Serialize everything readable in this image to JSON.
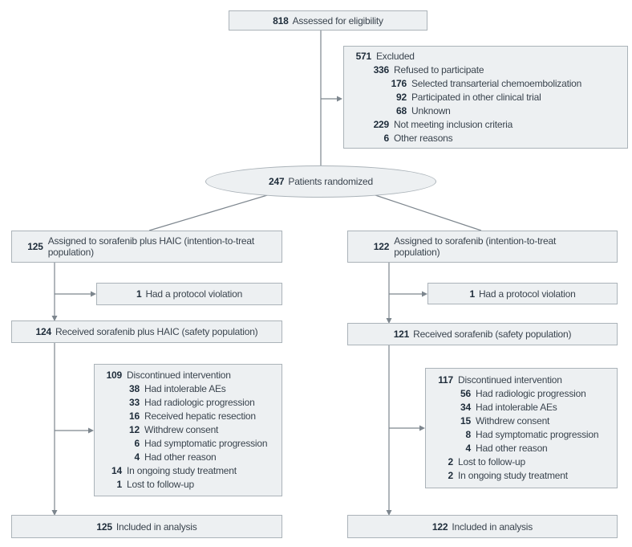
{
  "colors": {
    "background": "#ffffff",
    "box_fill": "#edf0f2",
    "box_border": "#abb3b9",
    "line": "#7d868e",
    "number": "#1e2c3a",
    "label": "#3a444e"
  },
  "diagram": {
    "assessed": {
      "number": "818",
      "label": "Assessed for eligibility"
    },
    "excluded": {
      "lines": [
        {
          "n": "571",
          "t": "Excluded",
          "i": 0
        },
        {
          "n": "336",
          "t": "Refused to participate",
          "i": 1
        },
        {
          "n": "176",
          "t": "Selected transarterial chemoembolization",
          "i": 2
        },
        {
          "n": "92",
          "t": "Participated in other clinical trial",
          "i": 2
        },
        {
          "n": "68",
          "t": "Unknown",
          "i": 2
        },
        {
          "n": "229",
          "t": "Not meeting inclusion criteria",
          "i": 1
        },
        {
          "n": "6",
          "t": "Other reasons",
          "i": 1
        }
      ]
    },
    "randomized": {
      "number": "247",
      "label": "Patients randomized"
    },
    "left": {
      "assigned": {
        "number": "125",
        "label": "Assigned to sorafenib plus HAIC (intention-to-treat population)"
      },
      "violation": {
        "number": "1",
        "label": "Had a protocol violation"
      },
      "safety": {
        "number": "124",
        "label": "Received sorafenib plus HAIC (safety population)"
      },
      "discontinued": {
        "lines": [
          {
            "n": "109",
            "t": "Discontinued intervention",
            "i": 0
          },
          {
            "n": "38",
            "t": "Had intolerable AEs",
            "i": 1
          },
          {
            "n": "33",
            "t": "Had radiologic progression",
            "i": 1
          },
          {
            "n": "16",
            "t": "Received hepatic resection",
            "i": 1
          },
          {
            "n": "12",
            "t": "Withdrew consent",
            "i": 1
          },
          {
            "n": "6",
            "t": "Had symptomatic progression",
            "i": 1
          },
          {
            "n": "4",
            "t": "Had other reason",
            "i": 1
          },
          {
            "n": "14",
            "t": "In ongoing study treatment",
            "i": 0
          },
          {
            "n": "1",
            "t": "Lost to follow-up",
            "i": 0
          }
        ]
      },
      "analysis": {
        "number": "125",
        "label": "Included in analysis"
      }
    },
    "right": {
      "assigned": {
        "number": "122",
        "label": "Assigned to sorafenib (intention-to-treat population)"
      },
      "violation": {
        "number": "1",
        "label": "Had a protocol violation"
      },
      "safety": {
        "number": "121",
        "label": "Received sorafenib (safety population)"
      },
      "discontinued": {
        "lines": [
          {
            "n": "117",
            "t": "Discontinued intervention",
            "i": 0
          },
          {
            "n": "56",
            "t": "Had radiologic progression",
            "i": 1
          },
          {
            "n": "34",
            "t": "Had intolerable AEs",
            "i": 1
          },
          {
            "n": "15",
            "t": "Withdrew consent",
            "i": 1
          },
          {
            "n": "8",
            "t": "Had symptomatic progression",
            "i": 1
          },
          {
            "n": "4",
            "t": "Had other reason",
            "i": 1
          },
          {
            "n": "2",
            "t": "Lost to follow-up",
            "i": 0
          },
          {
            "n": "2",
            "t": "In ongoing study treatment",
            "i": 0
          }
        ]
      },
      "analysis": {
        "number": "122",
        "label": "Included in analysis"
      }
    }
  }
}
